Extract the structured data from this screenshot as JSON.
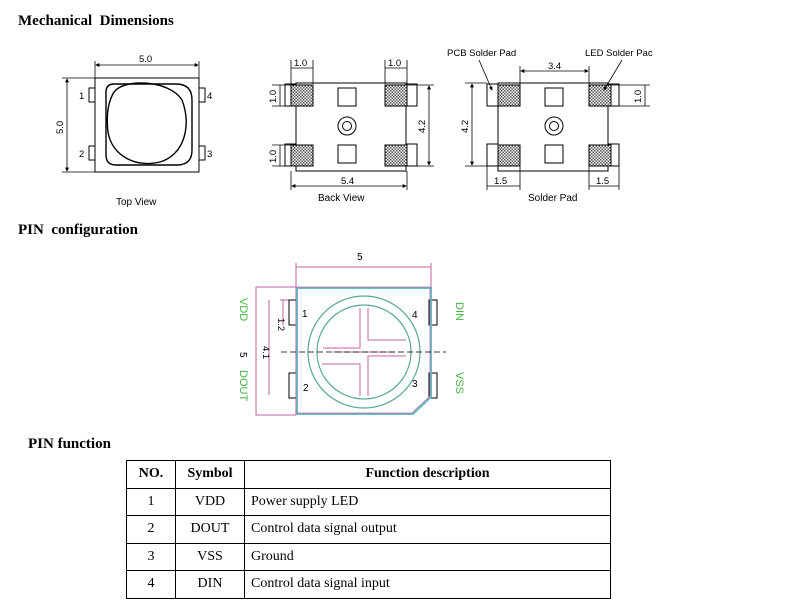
{
  "headings": {
    "mechanical": "Mechanical  Dimensions",
    "pin_config": "PIN  configuration",
    "pin_function": "PIN function"
  },
  "top_view": {
    "caption": "Top View",
    "width": "5.0",
    "height": "5.0",
    "pins": [
      "1",
      "2",
      "3",
      "4"
    ]
  },
  "back_view": {
    "caption": "Back View",
    "pad_w_left": "1.0",
    "pad_w_right": "1.0",
    "pad_h_top": "1.0",
    "pad_h_bottom": "1.0",
    "height": "4.2",
    "width": "5.4"
  },
  "solder_pad": {
    "caption": "Solder Pad",
    "pcb_label": "PCB Solder Pad",
    "led_label": "LED Solder Pac",
    "pad_spacing": "3.4",
    "pad_size": "1.0",
    "height": "4.2",
    "pad_w_left": "1.5",
    "pad_w_right": "1.5"
  },
  "pin_diagram": {
    "width": "5",
    "height": "5",
    "dim_a": "1.2",
    "dim_b": "4.1",
    "pins": [
      "1",
      "2",
      "3",
      "4"
    ],
    "left_labels": [
      "VDD",
      "DOUT"
    ],
    "right_labels": [
      "DIN",
      "VSS"
    ]
  },
  "table": {
    "headers": [
      "NO.",
      "Symbol",
      "Function description"
    ],
    "rows": [
      [
        "1",
        "VDD",
        "Power supply LED"
      ],
      [
        "2",
        "DOUT",
        "Control data signal output"
      ],
      [
        "3",
        "VSS",
        "Ground"
      ],
      [
        "4",
        "DIN",
        "Control data signal input"
      ]
    ]
  },
  "colors": {
    "pin_label_green": "#43b643",
    "outline_magenta": "#c060a0",
    "body_cyan": "#62c0c8",
    "lens_teal": "#58a898"
  }
}
